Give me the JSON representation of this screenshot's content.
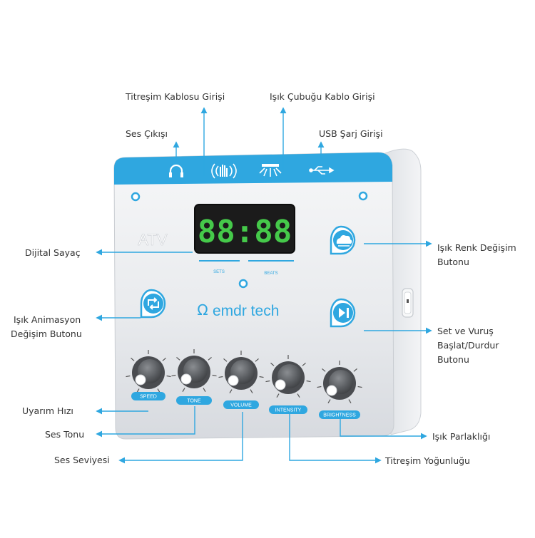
{
  "colors": {
    "accent": "#2fa7e0",
    "panel_top": "#f4f5f7",
    "panel_bottom": "#dcdfe3",
    "display_bg": "#1b1b1b",
    "digit_green": "#45c94a",
    "callout_text": "#333333"
  },
  "device": {
    "brand_model": "ATV",
    "brand_name": "emdr tech",
    "brand_symbol": "Ω",
    "display_digits": "88:88",
    "display_sub_labels": [
      "SETS",
      "BEATS"
    ],
    "top_icons": [
      "headphones-icon",
      "vibration-hand-icon",
      "lightbar-icon",
      "usb-icon"
    ],
    "knobs": [
      "SPEED",
      "TONE",
      "VOLUME",
      "INTENSITY",
      "BRIGHTNESS"
    ]
  },
  "callouts": {
    "vibration_cable": "Titreşim Kablosu Girişi",
    "lightbar_cable": "Işık Çubuğu Kablo Girişi",
    "audio_out": "Ses Çıkışı",
    "usb_charge": "USB Şarj Girişi",
    "digital_counter": "Dijital Sayaç",
    "light_color_line1": "Işık Renk Değişim",
    "light_color_line2": "Butonu",
    "light_anim_line1": "Işık Animasyon",
    "light_anim_line2": "Değişim Butonu",
    "set_beat_line1": "Set ve Vuruş",
    "set_beat_line2": "Başlat/Durdur",
    "set_beat_line3": "Butonu",
    "stim_speed": "Uyarım Hızı",
    "sound_tone": "Ses Tonu",
    "light_brightness": "Işık Parlaklığı",
    "sound_volume": "Ses Seviyesi",
    "vibration_intensity": "Titreşim Yoğunluğu"
  }
}
